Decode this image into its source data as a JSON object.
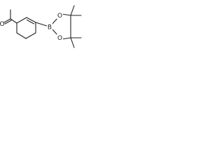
{
  "structure": {
    "atom_labels": {
      "carbonyl_oxygen": "O",
      "ring_oxygen_upper": "O",
      "ring_oxygen_lower": "O",
      "boron": "B"
    }
  }
}
